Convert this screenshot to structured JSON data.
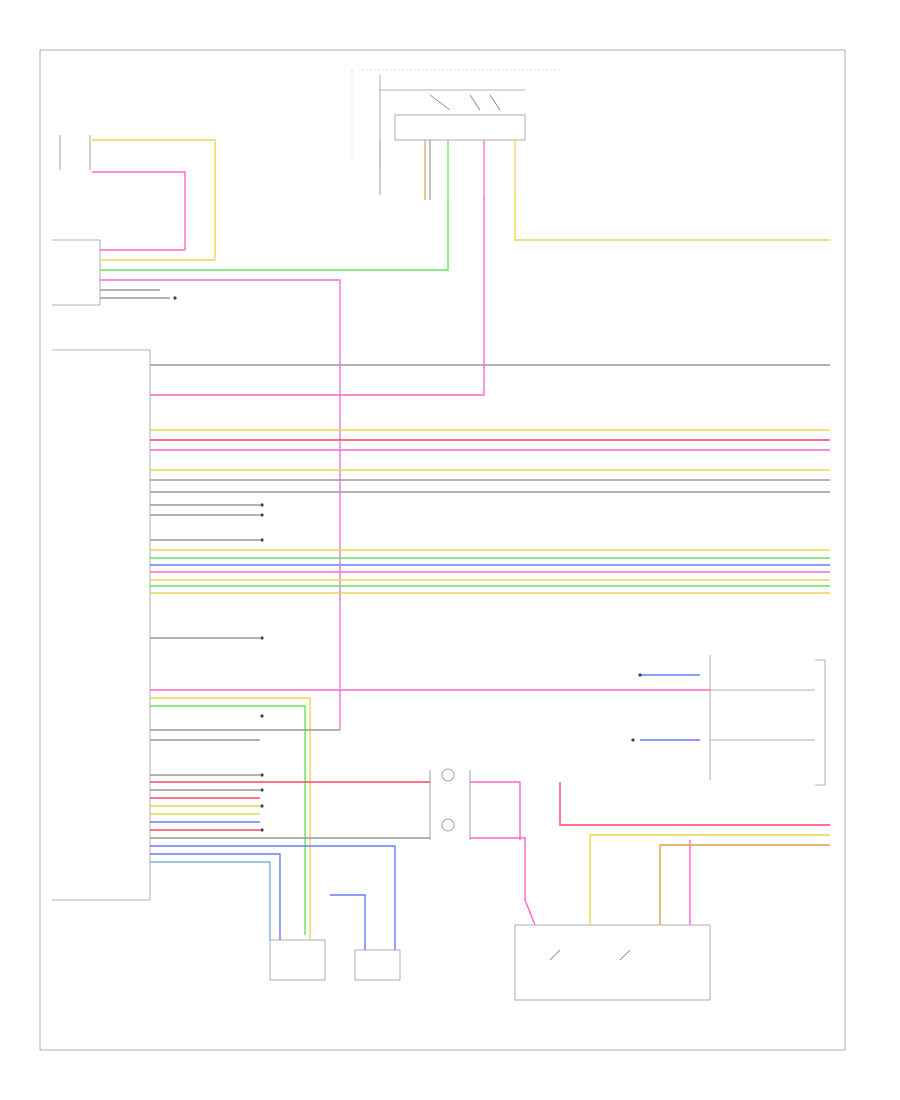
{
  "diagram": {
    "page_ref": "",
    "components": [
      {
        "id": "blower_relay",
        "label": ""
      },
      {
        "id": "powertrain_control_module",
        "label": ""
      },
      {
        "id": "electronic_automatic_transaxle_module",
        "label": ""
      },
      {
        "id": "transmission_range_sensor",
        "label": ""
      },
      {
        "id": "output_shaft_speed_sensor",
        "label": ""
      },
      {
        "id": "selector_lever_switch",
        "label": ""
      },
      {
        "id": "od_cancel_switch",
        "label": ""
      },
      {
        "id": "steering_wheel_switch",
        "label": ""
      },
      {
        "id": "brake_switch",
        "label": ""
      },
      {
        "id": "ignition_switch",
        "label": ""
      }
    ],
    "wire_colors": {
      "pink": "#ff66cc",
      "yellow": "#e6d84a",
      "green": "#66e066",
      "red": "#ff4466",
      "blue": "#6b7bff",
      "gray": "#999999",
      "orange": "#e0a04a",
      "light_blue": "#7fb0e6",
      "black": "#333333"
    }
  }
}
